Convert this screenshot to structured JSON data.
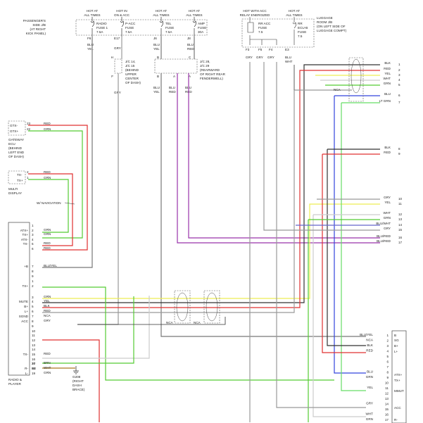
{
  "fuses": [
    {
      "power": [
        "HOT AT",
        "ALL TIMES"
      ],
      "name": [
        "RADIO",
        "FUSE 1",
        "7.5A"
      ],
      "pin": "F6",
      "wire": [
        "BLU",
        "YEL"
      ]
    },
    {
      "power": [
        "HOT IN",
        "ON & ACC"
      ],
      "name": [
        "P-ACC",
        "FUSE",
        "7.5A"
      ],
      "pin": "E17",
      "wire": [
        "GRY"
      ]
    },
    {
      "power": [
        "HOT AT",
        "ALL TIMES"
      ],
      "name": [
        "TEL",
        "FUSE",
        "7.5A"
      ],
      "pin": "J6",
      "wire": [
        "BLU",
        "YEL"
      ]
    },
    {
      "power": [
        "HOT AT",
        "ALL TIMES"
      ],
      "name": [
        "AMP",
        "FUSE",
        "30A"
      ],
      "pin": "J8",
      "wire": [
        "BLU",
        "RED"
      ]
    }
  ],
  "passenger_jb": [
    "PASSENGER'S",
    "SIDE J/B",
    "(AT RIGHT",
    "KICK PANEL)"
  ],
  "luggage": {
    "relay_power": [
      "HOT WITH ACC",
      "RELAY ENERGIZED"
    ],
    "power": [
      "HOT AT",
      "ALL TIMES"
    ],
    "fuse1": [
      "RR ACC",
      "FUSE",
      "7.5"
    ],
    "fuse2": [
      "RR",
      "ECU-B",
      "FUSE",
      "7.5"
    ],
    "location": [
      "LUGGAGE",
      "ROOM J/B",
      "(ON LEFT SIDE OF",
      "LUGGAGE COMPT)"
    ],
    "pins": [
      "F3",
      "F5",
      "F4",
      "E3"
    ],
    "wires": [
      "GRY",
      "GRY",
      "GRY",
      "BLU",
      "WHT"
    ]
  },
  "jcs": {
    "jc1": [
      "J/C 14,",
      "J/C 15",
      "(BEHIND",
      "UPPER",
      "CENTER",
      "OF DASH)"
    ],
    "jc2": [
      "J/C 28,",
      "J/C 29",
      "(REARWARD",
      "OF RIGHT REAR",
      "FENDERWELL)"
    ],
    "jc1_pins": [
      "H",
      "F"
    ],
    "jc2_pins": [
      "B",
      "C",
      "B",
      "A",
      "A"
    ]
  },
  "gateway": {
    "name": [
      "GATEWAY",
      "ECU",
      "(BEHIND",
      "LEFT END",
      "OF DASH)"
    ],
    "pins": [
      {
        "n": "23",
        "label": "GTX-",
        "wire": "RED"
      },
      {
        "n": "22",
        "label": "GTX+",
        "wire": "GRN"
      }
    ]
  },
  "multi_display": {
    "name": [
      "MULTI",
      "DISPLAY"
    ],
    "pins": [
      {
        "n": "2",
        "label": "TX-",
        "wire": "RED"
      },
      {
        "n": "1",
        "label": "TX+",
        "wire": "GRN"
      }
    ]
  },
  "nav_label": "W/ NAVIGATION",
  "radio": {
    "name": [
      "RADIO &",
      "PLAYER"
    ],
    "rows": [
      {
        "n": "1",
        "label": "",
        "wire": ""
      },
      {
        "n": "2",
        "label": "ATX+",
        "wire": "GRN"
      },
      {
        "n": "3",
        "label": "TX+",
        "wire": "GRN"
      },
      {
        "n": "4",
        "label": "ATX-",
        "wire": ""
      },
      {
        "n": "5",
        "label": "TX-",
        "wire": "RED"
      },
      {
        "n": "6",
        "label": "",
        "wire": "RED"
      },
      {
        "n": "7",
        "label": "+B",
        "wire": "BLU/YEL"
      },
      {
        "n": "8",
        "label": "",
        "wire": ""
      },
      {
        "n": "9",
        "label": "",
        "wire": ""
      },
      {
        "n": "1",
        "label": "",
        "wire": ""
      },
      {
        "n": "2",
        "label": "TX+",
        "wire": ""
      },
      {
        "n": "3",
        "label": "",
        "wire": "GRN"
      },
      {
        "n": "4",
        "label": "MUTE",
        "wire": "YEL"
      },
      {
        "n": "5",
        "label": "B+",
        "wire": "BLK"
      },
      {
        "n": "6",
        "label": "L+",
        "wire": "RED"
      },
      {
        "n": "7",
        "label": "SGND",
        "wire": "NCA"
      },
      {
        "n": "8",
        "label": "ACC",
        "wire": "GRY"
      },
      {
        "n": "9",
        "label": "",
        "wire": ""
      },
      {
        "n": "10",
        "label": "",
        "wire": ""
      },
      {
        "n": "11",
        "label": "",
        "wire": ""
      },
      {
        "n": "12",
        "label": "",
        "wire": ""
      },
      {
        "n": "13",
        "label": "",
        "wire": ""
      },
      {
        "n": "14",
        "label": "",
        "wire": ""
      },
      {
        "n": "15",
        "label": "TX-",
        "wire": "RED"
      },
      {
        "n": "16",
        "label": "",
        "wire": ""
      },
      {
        "n": "17",
        "label": "",
        "wire": ""
      },
      {
        "n": "18",
        "label": "R-",
        "wire": "WHT"
      },
      {
        "n": "19",
        "label": "L-",
        "wire": "GRN"
      },
      {
        "n": "20",
        "label": "",
        "wire": "BRN"
      },
      {
        "n": "R2",
        "label": "",
        "wire": ""
      }
    ]
  },
  "ground": {
    "id": "G208",
    "desc": [
      "(RIGHT",
      "DASH",
      "BRACE)"
    ]
  },
  "nca": "NCA",
  "right_wires": [
    {
      "n": "1",
      "wire": "BLK"
    },
    {
      "n": "2",
      "wire": "RED"
    },
    {
      "n": "3",
      "wire": "YEL"
    },
    {
      "n": "4",
      "wire": "WHT"
    },
    {
      "n": "5",
      "wire": "GRN"
    },
    {
      "n": "6",
      "wire": "BLU"
    },
    {
      "n": "7",
      "wire": "LT GRN"
    },
    {
      "n": "8",
      "wire": "BLK"
    },
    {
      "n": "9",
      "wire": "RED"
    },
    {
      "n": "10",
      "wire": "GRY"
    },
    {
      "n": "11",
      "wire": "YEL"
    },
    {
      "n": "12",
      "wire": "WHT"
    },
    {
      "n": "13",
      "wire": "GRN"
    },
    {
      "n": "14",
      "wire": "BLU/WHT"
    },
    {
      "n": "15",
      "wire": "GRY"
    },
    {
      "n": "16",
      "wire": "BLU/RED"
    },
    {
      "n": "17",
      "wire": "BLU/RED"
    }
  ],
  "amp": {
    "labels": [
      "B",
      "SG",
      "B+",
      "L+",
      "ATX+",
      "TX+",
      "MMUT",
      "ACC",
      "R-"
    ],
    "rows": [
      {
        "n": "1",
        "wire": "BLU/YEL"
      },
      {
        "n": "2",
        "wire": "NCA"
      },
      {
        "n": "3",
        "wire": "BLK"
      },
      {
        "n": "4",
        "wire": "RED"
      },
      {
        "n": "5",
        "wire": ""
      },
      {
        "n": "6",
        "wire": ""
      },
      {
        "n": "7",
        "wire": ""
      },
      {
        "n": "8",
        "wire": "BLU"
      },
      {
        "n": "9",
        "wire": "GRN"
      },
      {
        "n": "10",
        "wire": ""
      },
      {
        "n": "11",
        "wire": "YEL"
      },
      {
        "n": "12",
        "wire": ""
      },
      {
        "n": "13",
        "wire": ""
      },
      {
        "n": "14",
        "wire": "GRY"
      },
      {
        "n": "15",
        "wire": ""
      },
      {
        "n": "16",
        "wire": "WHT"
      },
      {
        "n": "17",
        "wire": "GRN"
      }
    ]
  },
  "colors": {
    "red": "#e03030",
    "green": "#55cc33",
    "yellow": "#eeee55",
    "blue": "#3344dd",
    "ltgreen": "#66dd66",
    "purple": "#9933aa",
    "gray": "#999999",
    "black": "#333333",
    "white_wire": "#cccccc",
    "brown": "#aa7722"
  }
}
